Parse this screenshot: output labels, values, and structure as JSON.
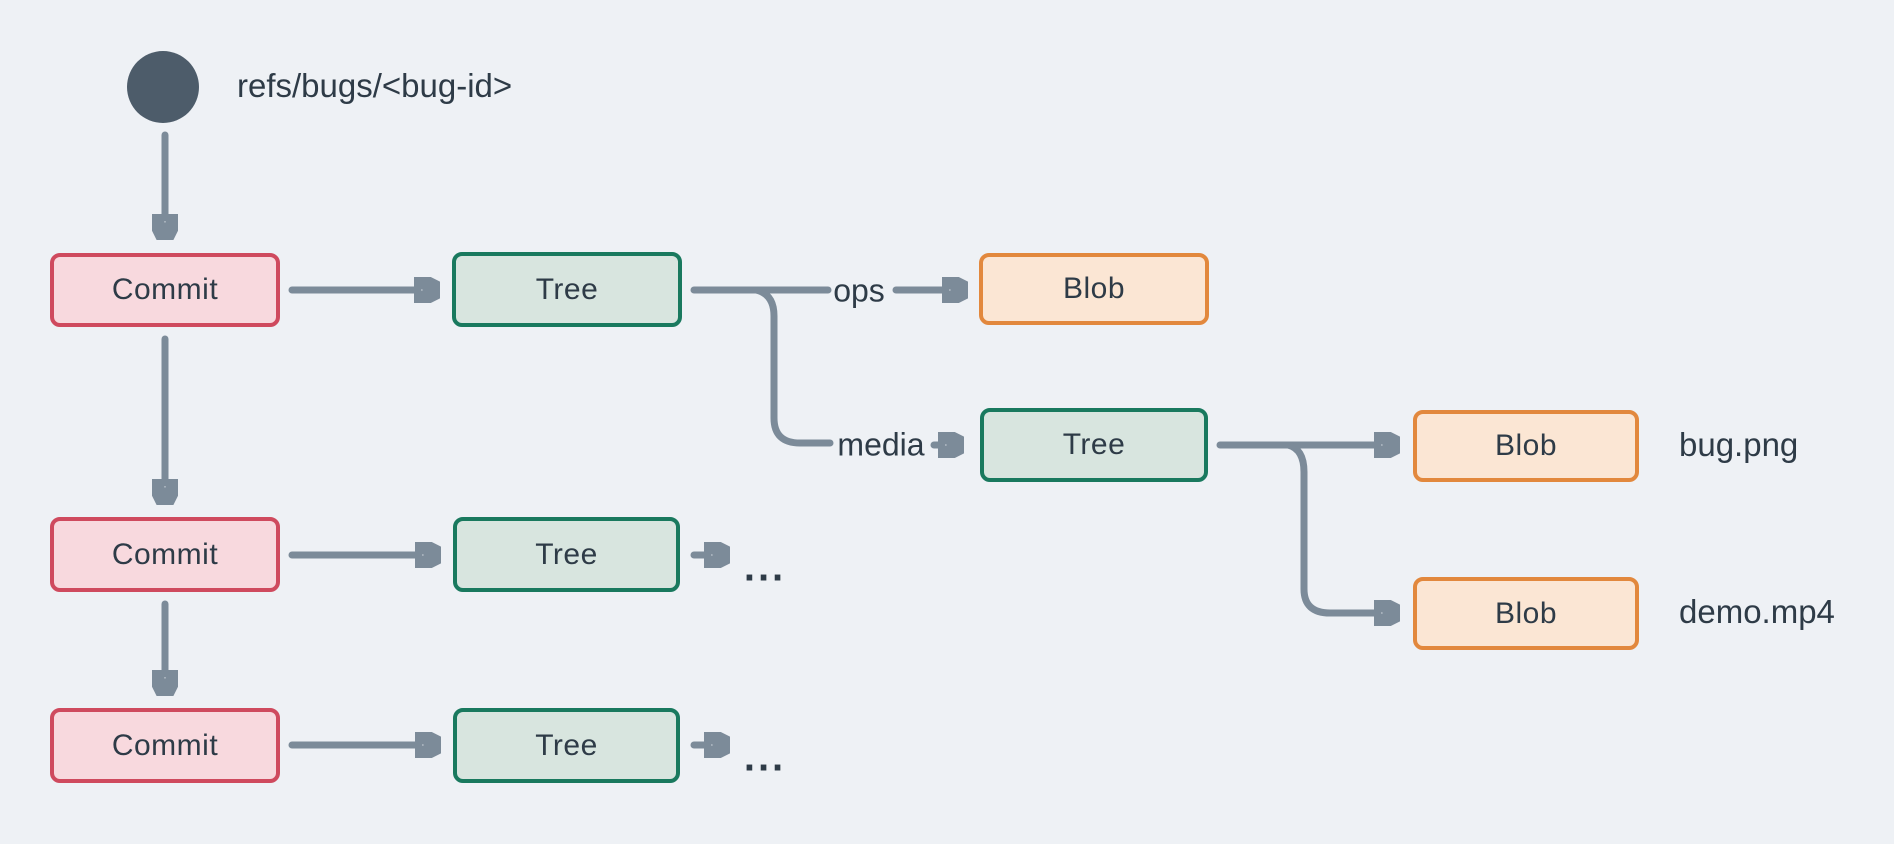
{
  "ref": {
    "label": "refs/bugs/<bug-id>"
  },
  "nodes": {
    "commit": "Commit",
    "tree": "Tree",
    "blob": "Blob"
  },
  "edge_labels": {
    "ops": "ops",
    "media": "media"
  },
  "file_labels": {
    "bug": "bug.png",
    "demo": "demo.mp4"
  },
  "ellipsis": "...",
  "colors": {
    "background": "#eef1f5",
    "text": "#2e3b47",
    "arrow": "#7c8b99",
    "commit_fill": "#f8d9de",
    "commit_border": "#cf4a5e",
    "tree_fill": "#d8e5df",
    "tree_border": "#19795e",
    "blob_fill": "#fbe6d4",
    "blob_border": "#e2883d",
    "ref_circle": "#4d5c6a"
  }
}
